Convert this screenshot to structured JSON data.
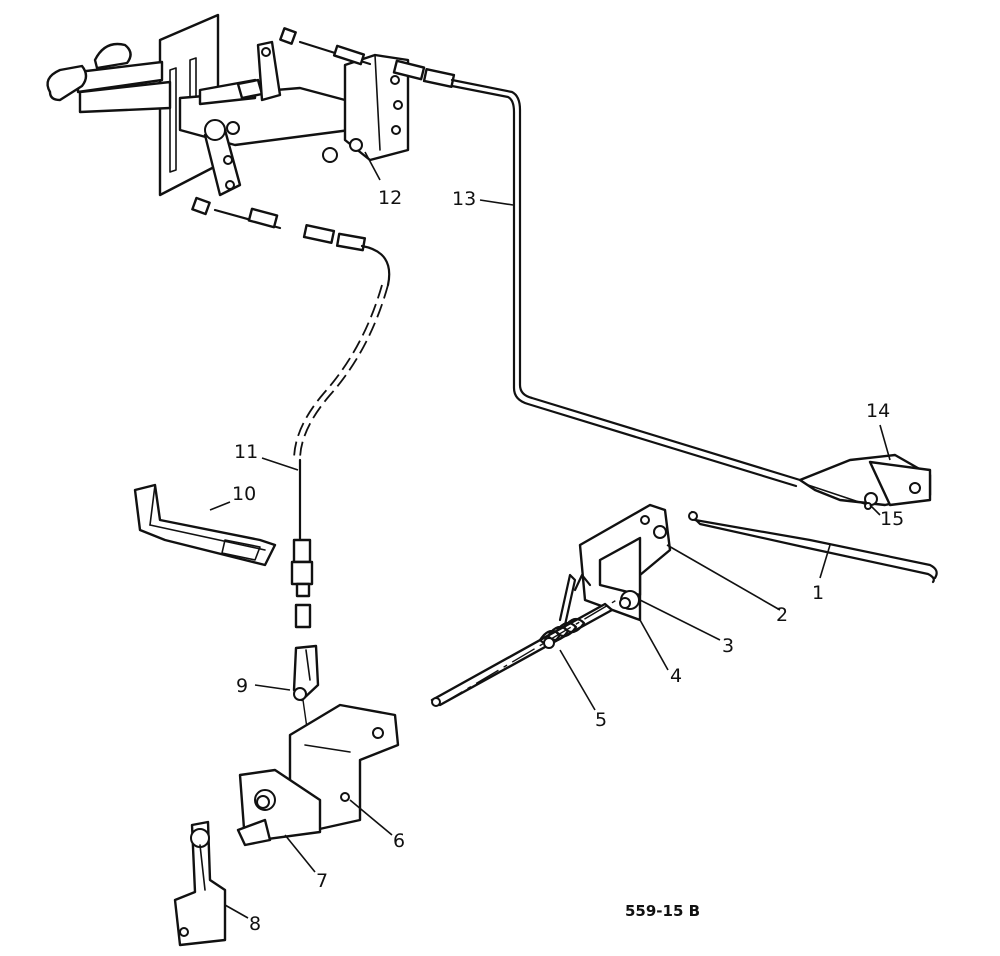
{
  "diagram": {
    "reference_code": "559-15 B",
    "callouts": [
      "1",
      "2",
      "3",
      "4",
      "5",
      "6",
      "7",
      "8",
      "9",
      "10",
      "11",
      "12",
      "13",
      "14",
      "15"
    ]
  },
  "colors": {
    "line": "#111111",
    "background": "#ffffff"
  }
}
